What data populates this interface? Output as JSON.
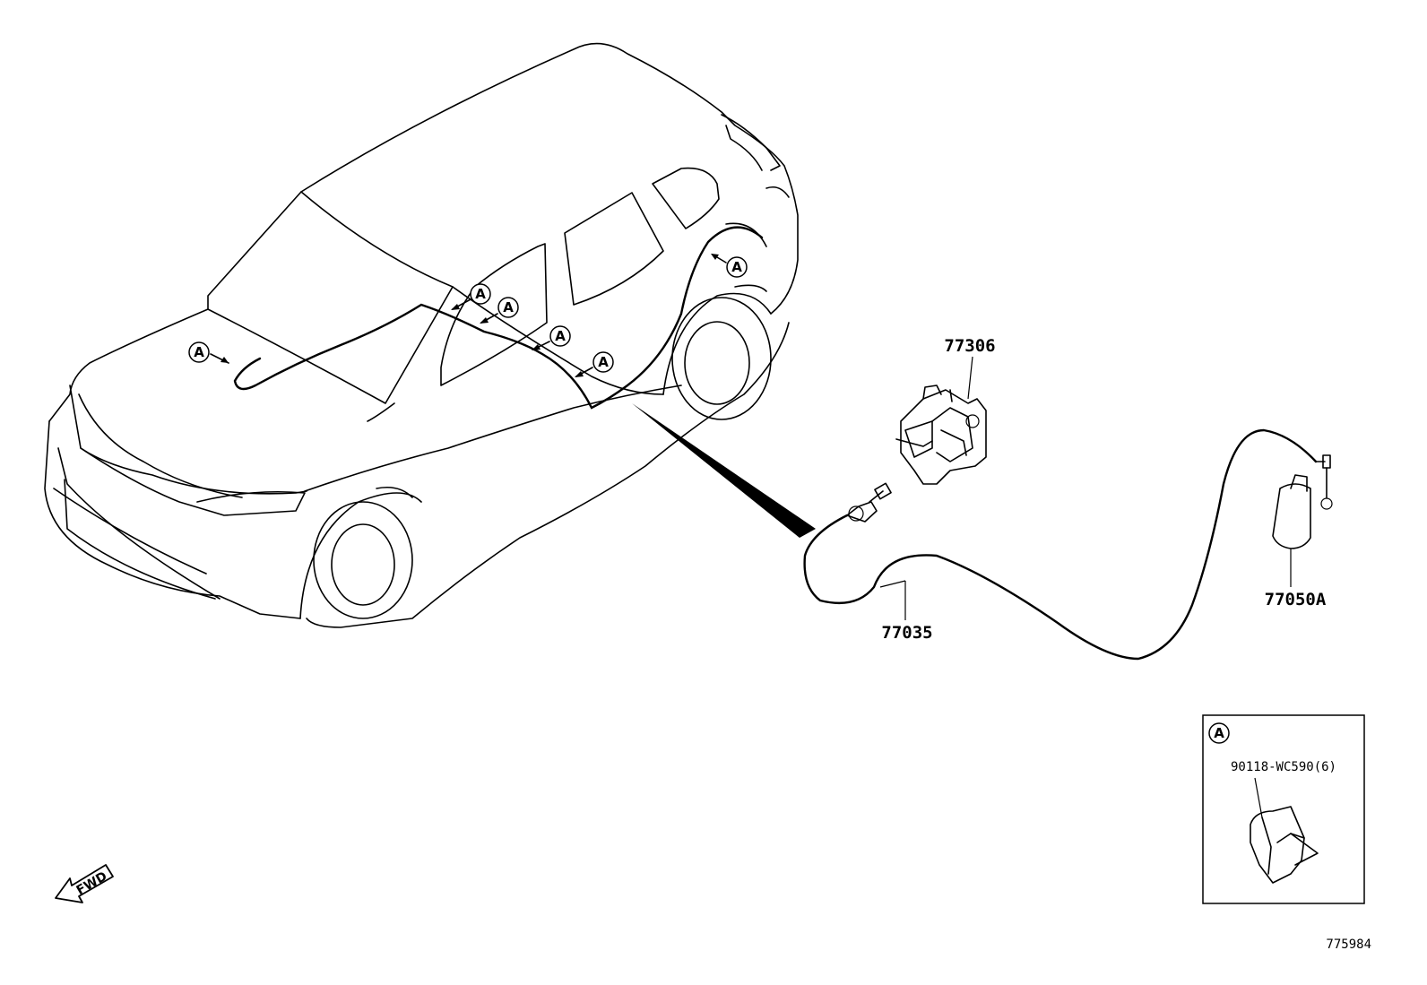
{
  "labels": {
    "hood_latch": "77306",
    "release_cable": "77035",
    "release_lever": "77050A",
    "clamp_part": "90118-WC590(6)",
    "diagram_id": "775984"
  },
  "callouts": {
    "clamp_view_letter": "A",
    "instances": [
      "A",
      "A",
      "A",
      "A",
      "A",
      "A"
    ]
  },
  "direction": {
    "fwd": "FWD"
  },
  "colors": {
    "ink": "#000000",
    "paper": "#ffffff"
  },
  "icons": [
    "fwd-arrow-icon",
    "callout-a-icon",
    "pointer-arrow-icon"
  ]
}
